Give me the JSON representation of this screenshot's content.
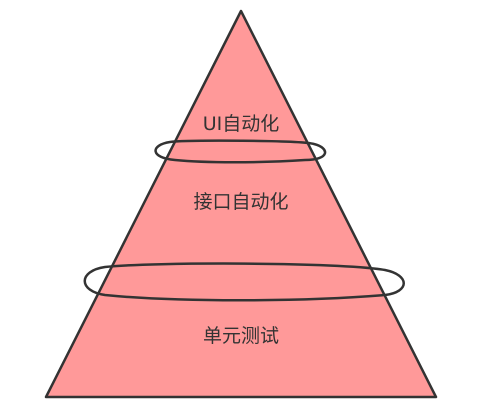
{
  "diagram": {
    "title": "",
    "tiers": [
      {
        "id": "ui",
        "label": "UI自动化"
      },
      {
        "id": "api",
        "label": "接口自动化"
      },
      {
        "id": "unit",
        "label": "单元测试"
      }
    ],
    "colors": {
      "fill": "#ff9999",
      "stroke": "#333333",
      "text": "#333333",
      "background": "#ffffff"
    }
  }
}
